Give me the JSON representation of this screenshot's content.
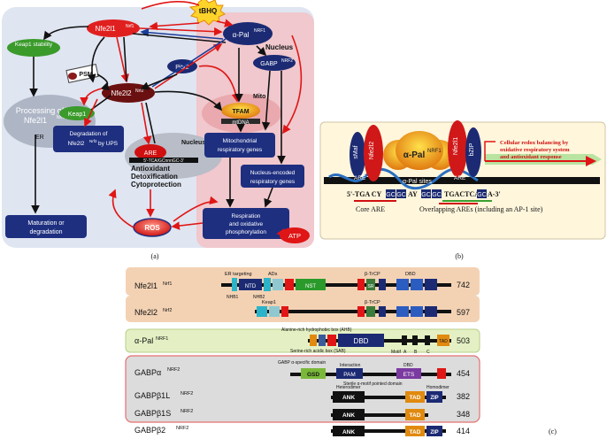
{
  "panel_a": {
    "tbhq": "tBHQ",
    "nfe2l1": "Nfe2l1",
    "nfe2l1_sup": "Nrf1",
    "alpha_pal": "α-Pal",
    "alpha_pal_sup": "NRF1",
    "nucleus": "Nucleus",
    "keap1_stability": "Keap1 stability",
    "psm": "PSM",
    "processing_1": "Processing of",
    "processing_2": "Nfe2l1",
    "processing_sup": "Nrf1",
    "er": "ER",
    "nfe2l2": "Nfe2l2",
    "nfe2l2_sup": "Nrf2",
    "keap1": "Keap1",
    "pitx2": "Pitx2",
    "gabp": "GABP",
    "gabp_sup": "NRF2",
    "mito": "Mito",
    "tfam": "TFAM",
    "mtdna": "mtDNA",
    "degradation_1": "Degradation of",
    "degradation_2": "Nfe2l2",
    "degradation_sup": "Nrf2",
    "degradation_3": "by UPS",
    "are": "ARE",
    "are_seq": "5'-TCA/GCnnnGC-3'",
    "nucleus2": "Nucleus",
    "antiox_1": "Antioxidant",
    "antiox_2": "Detoxification",
    "antiox_3": "Cytoprotection",
    "mito_genes_1": "Mitochondrial",
    "mito_genes_2": "respiratory genes",
    "nuc_genes_1": "Nucleus-encoded",
    "nuc_genes_2": "respiratory genes",
    "maturation_1": "Maturation or",
    "maturation_2": "degradation",
    "ros": "ROS",
    "resp_1": "Respiration",
    "resp_2": "and oxidative",
    "resp_3": "phosphorylation",
    "atp": "ATP",
    "caption": "(a)"
  },
  "panel_b": {
    "smaf": "sMaf",
    "nfe2l2": "Nfe2l2",
    "alpha_pal": "α-Pal",
    "alpha_pal_sup": "NRF1",
    "nfe2l1": "Nfe2l1",
    "bzip": "bZIP",
    "are_left": "ARE",
    "pal_sites": "α-Pal sites",
    "are_right": "ARE",
    "seq_1": "5'-TGA CY",
    "seq_gc1": "GC",
    "seq_gc2": "GC",
    "seq_ay": "AY",
    "seq_gc3": "GC",
    "seq_gc4": "GC",
    "seq_mid": "TGACTCA",
    "seq_gc5": "GC",
    "seq_end": "A-3'",
    "core_are": "Core ARE",
    "overlap": "Overlapping AREs (including an AP-1 site)",
    "redox_1": "Cellular redox balancing by",
    "redox_2": "oxidative respiratory system",
    "redox_3": "and antioxidant response",
    "caption": "(b)"
  },
  "panel_c": {
    "caption": "(c)",
    "nfe2l1": {
      "name": "Nfe2l1",
      "sup": "Nrf1",
      "length": "742",
      "er_targeting": "ER targeting",
      "ntd": "NTD",
      "adr": "ADs",
      "nst": "NST",
      "btrcp": "β-TrCP",
      "dbd": "DBD",
      "nhb1": "NHB1",
      "nhb2": "NHB2",
      "sr": "SR"
    },
    "nfe2l2": {
      "name": "Nfe2l2",
      "sup": "Nrf2",
      "length": "597",
      "keap1": "Keap1",
      "btrcp": "β-TrCP"
    },
    "alpha_pal": {
      "name": "α-Pal",
      "sup": "NRF1",
      "length": "503",
      "ahb": "Alanine-rich hydrophobic box (AHB)",
      "sab": "Serine-rich acidic box (SAB)",
      "dbd": "DBD",
      "motif": "Motif",
      "a": "A",
      "b": "B",
      "c": "C",
      "tad": "TAD"
    },
    "gabpa": {
      "name": "GABPα",
      "sup": "NRF2",
      "length": "454",
      "specific": "GABP α-specific domain",
      "interaction": "Interaction",
      "dbd": "DBD",
      "gsd": "GSD",
      "pam": "PAM",
      "ets": "ETS",
      "sterile": "Sterile α-motif pointed domain"
    },
    "gabpb1l": {
      "name": "GABPβ1L",
      "sup": "NRF2",
      "length": "382",
      "heterodimer": "Heterodimer",
      "homodimer": "Homodimer",
      "ank": "ANK",
      "tad": "TAD",
      "zip": "ZIP"
    },
    "gabpb1s": {
      "name": "GABPβ1S",
      "sup": "NRF2",
      "length": "348",
      "ank": "ANK",
      "tad": "TAD"
    },
    "gabpb2": {
      "name": "GABPβ2",
      "sup": "NRF2",
      "length": "414",
      "ank": "ANK",
      "tad": "TAD",
      "zip": "ZIP"
    }
  }
}
